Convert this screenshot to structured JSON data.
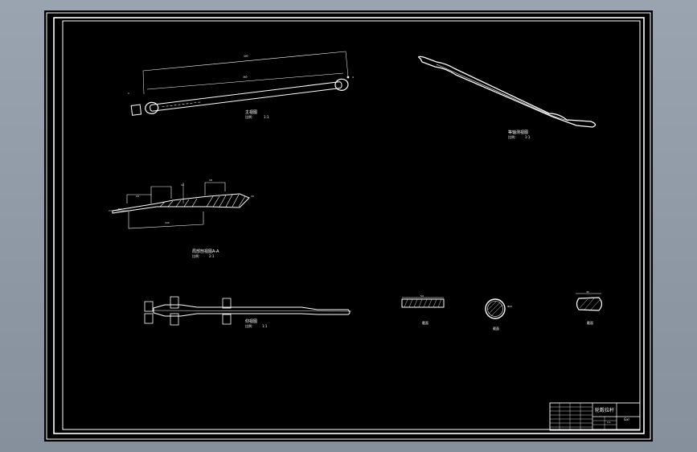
{
  "drawing": {
    "title_block": {
      "name": "轮毂拉杆",
      "code": "Gxl",
      "scale": "1:1"
    },
    "views": [
      {
        "id": "front",
        "title": "主视图",
        "scale_label": "比例：",
        "scale_value": "1:1"
      },
      {
        "id": "iso",
        "title": "等轴测视图",
        "scale_label": "比例：",
        "scale_value": "1:1"
      },
      {
        "id": "section",
        "title": "局部剖视图A-A",
        "scale_label": "比例：",
        "scale_value": "2:1"
      },
      {
        "id": "bottom",
        "title": "仰视图",
        "scale_label": "比例：",
        "scale_value": "1:1"
      }
    ],
    "sections": [
      {
        "id": "sec-a",
        "label": "截面"
      },
      {
        "id": "sec-b",
        "label": "截面"
      },
      {
        "id": "sec-c",
        "label": "截面"
      }
    ],
    "dimensions": {
      "overall": "390",
      "center": "360",
      "end_left": "1",
      "end_right": "4",
      "sec_h1": "24",
      "sec_h2": "18",
      "sec_d1": "12",
      "sec_len": "100",
      "sec_r": "R2",
      "sec_right": "10",
      "flat_w": "54",
      "oval_w": "32",
      "round_d": "Φ22"
    },
    "colors": {
      "background": "#000000",
      "lines": "#ffffff"
    }
  }
}
